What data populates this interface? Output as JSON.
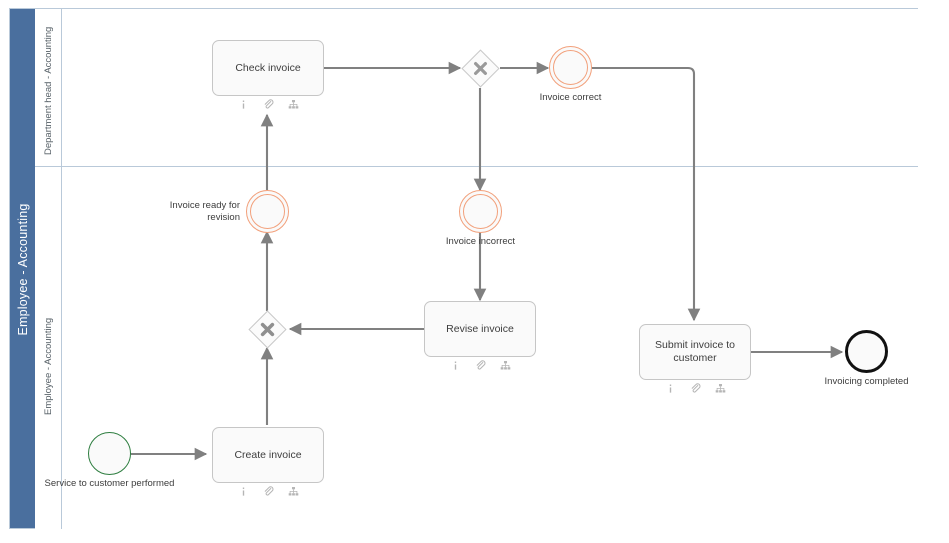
{
  "pool": {
    "name": "Employee - Accounting",
    "lanes": [
      {
        "name": "Department head - Accounting"
      },
      {
        "name": "Employee - Accounting"
      }
    ]
  },
  "colors": {
    "pool_header_bg": "#4a6f9e",
    "pool_border": "#b9c9d9",
    "task_fill": "#fafafa",
    "task_border": "#c6c6c6",
    "start_event_border": "#2d7d3f",
    "end_event_border": "#111111",
    "intermediate_event_border": "#f2a07b",
    "gateway_border": "#c9c9c9",
    "gateway_symbol": "#9a9a9a",
    "connector": "#808080",
    "label_text": "#3d3d3d",
    "marker_icon": "#b5b5b5"
  },
  "diagram": {
    "type": "bpmn-process",
    "nodes": [
      {
        "id": "start_service",
        "kind": "start-event",
        "label": "Service to customer performed",
        "label_position": "below"
      },
      {
        "id": "create_invoice",
        "kind": "task",
        "label": "Create invoice",
        "markers": [
          "info-icon",
          "attachment-icon",
          "hierarchy-icon"
        ]
      },
      {
        "id": "gw_merge",
        "kind": "exclusive-gateway",
        "label": "",
        "symbol": "X"
      },
      {
        "id": "ev_ready",
        "kind": "intermediate-event",
        "label": "Invoice ready for\nrevision",
        "label_position": "left"
      },
      {
        "id": "check_invoice",
        "kind": "task",
        "label": "Check invoice",
        "markers": [
          "info-icon",
          "attachment-icon",
          "hierarchy-icon"
        ]
      },
      {
        "id": "gw_split",
        "kind": "exclusive-gateway",
        "label": "",
        "symbol": "X"
      },
      {
        "id": "ev_correct",
        "kind": "intermediate-event",
        "label": "Invoice correct",
        "label_position": "below"
      },
      {
        "id": "ev_incorrect",
        "kind": "intermediate-event",
        "label": "Invoice incorrect",
        "label_position": "below"
      },
      {
        "id": "revise_invoice",
        "kind": "task",
        "label": "Revise invoice",
        "markers": [
          "info-icon",
          "attachment-icon",
          "hierarchy-icon"
        ]
      },
      {
        "id": "submit_invoice",
        "kind": "task",
        "label": "Submit invoice to customer",
        "markers": [
          "info-icon",
          "attachment-icon",
          "hierarchy-icon"
        ]
      },
      {
        "id": "end_invoicing",
        "kind": "end-event",
        "label": "Invoicing completed",
        "label_position": "below"
      }
    ],
    "edges": [
      {
        "from": "start_service",
        "to": "create_invoice"
      },
      {
        "from": "create_invoice",
        "to": "gw_merge"
      },
      {
        "from": "gw_merge",
        "to": "ev_ready"
      },
      {
        "from": "ev_ready",
        "to": "check_invoice"
      },
      {
        "from": "check_invoice",
        "to": "gw_split"
      },
      {
        "from": "gw_split",
        "to": "ev_correct"
      },
      {
        "from": "gw_split",
        "to": "ev_incorrect"
      },
      {
        "from": "ev_incorrect",
        "to": "revise_invoice"
      },
      {
        "from": "revise_invoice",
        "to": "gw_merge"
      },
      {
        "from": "ev_correct",
        "to": "submit_invoice"
      },
      {
        "from": "submit_invoice",
        "to": "end_invoicing"
      }
    ]
  },
  "labels": {
    "check_invoice": "Check invoice",
    "create_invoice": "Create invoice",
    "revise_invoice": "Revise invoice",
    "submit_invoice": "Submit invoice to customer",
    "invoice_correct": "Invoice correct",
    "invoice_incorrect": "Invoice incorrect",
    "invoice_ready_for_revision": "Invoice ready for\nrevision",
    "service_performed": "Service to customer performed",
    "invoicing_completed": "Invoicing completed"
  }
}
